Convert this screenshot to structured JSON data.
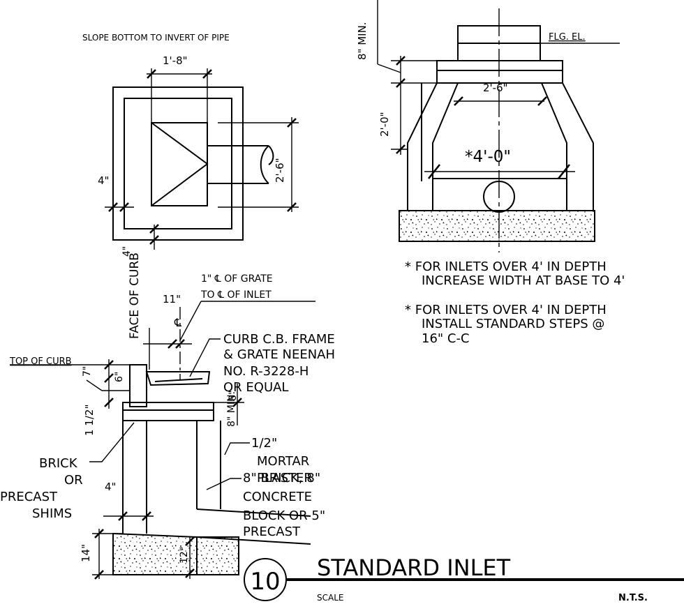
{
  "plan_view": {
    "note": "SLOPE BOTTOM TO INVERT OF PIPE",
    "dim_top": "1'-8\"",
    "dim_right": "2'-6\"",
    "dim_left": "4\"",
    "dim_bottom": "4\""
  },
  "section_view": {
    "dim_top_vertical": "8\" MIN.",
    "flg_el": "FLG. EL.",
    "dim_top_width": "2'-6\"",
    "dim_height": "2'-0\"",
    "dim_base_width": "*4'-0\""
  },
  "notes": [
    {
      "line1": "* FOR INLETS OVER 4' IN DEPTH",
      "line2": "INCREASE WIDTH AT BASE TO 4'"
    },
    {
      "line1": "* FOR INLETS OVER 4' IN DEPTH",
      "line2": "INSTALL STANDARD STEPS  @",
      "line3": "16\" C-C"
    }
  ],
  "side_view": {
    "face_of_curb": "FACE OF CURB",
    "cl_symbol": "℄",
    "dim_11": "11\"",
    "grate_offset_line1": "1\" ℄ OF GRATE",
    "grate_offset_line2": "TO ℄ OF INLET",
    "frame_line1": "CURB C.B. FRAME",
    "frame_line2": "& GRATE NEENAH",
    "frame_line3": "NO. R-3228-H",
    "frame_line4": "OR EQUAL",
    "top_of_curb": "TOP OF CURB",
    "dim_7": "7\"",
    "dim_6": "6\"",
    "dim_8_upper": "8\"",
    "dim_8_min": "8\" MIN.",
    "dim_1_half": "1 1/2\"",
    "plaster_line1": "1/2\"",
    "plaster_line2": "MORTAR",
    "plaster_line3": "PLASTER",
    "wall_line1": "8\" BRICK, 8\"",
    "wall_line2": "CONCRETE",
    "wall_line3": "BLOCK OR 5\"",
    "wall_line4": "PRECAST",
    "shims_line1": "BRICK",
    "shims_line2": "OR",
    "shims_line3": "PRECAST",
    "shims_line4": "SHIMS",
    "dim_4": "4\"",
    "dim_14": "14\"",
    "dim_12": "12\""
  },
  "title_block": {
    "number": "10",
    "title": "STANDARD INLET",
    "scale_label": "SCALE",
    "scale_value": "N.T.S."
  }
}
